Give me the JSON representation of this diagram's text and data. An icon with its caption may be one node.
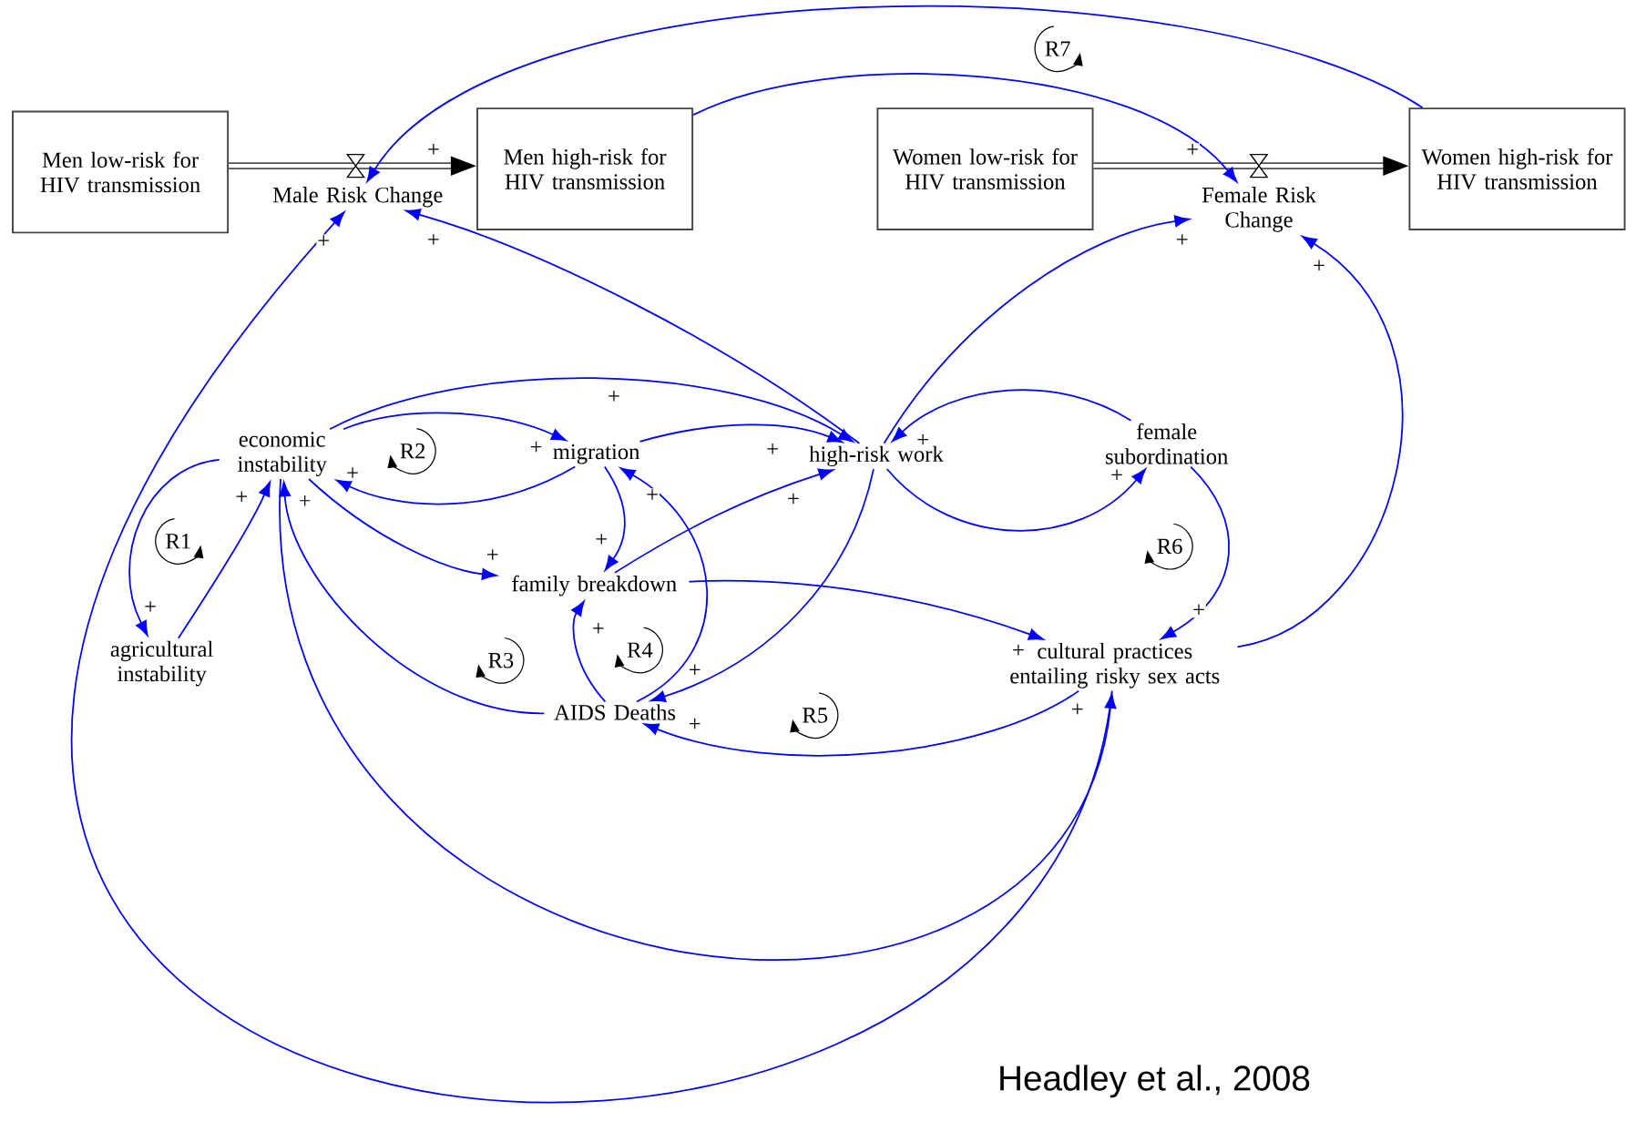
{
  "diagram": {
    "caption": "Headley et al., 2008",
    "nodes": [
      {
        "text": [
          "Men low-risk for HIV transmission"
        ]
      },
      {
        "text": [
          "Male Risk Change"
        ]
      },
      {
        "text": [
          "Men high-risk for HIV transmission"
        ]
      },
      {
        "text": [
          "Women low-risk for HIV transmission"
        ]
      },
      {
        "text": [
          "Female Risk Change"
        ]
      },
      {
        "text": [
          "Women high-risk for HIV transmission"
        ]
      },
      {
        "text": [
          "economic instability"
        ]
      },
      {
        "text": [
          "migration"
        ]
      },
      {
        "text": [
          "high-risk work"
        ]
      },
      {
        "text": [
          "female subordination"
        ]
      },
      {
        "text": [
          "agricultural instability"
        ]
      },
      {
        "text": [
          "family breakdown"
        ]
      },
      {
        "text": [
          "cultural practices entailing risky sex acts"
        ]
      },
      {
        "text": [
          "AIDS Deaths"
        ]
      }
    ],
    "edges": [
      {
        "from": 0,
        "to": 2,
        "arrow": "to",
        "style": "thick",
        "color": "#505050"
      },
      {
        "from": 3,
        "to": 5,
        "arrow": "to",
        "style": "thick",
        "color": "#505050"
      },
      {
        "from": 5,
        "to": 1,
        "arrow": "to",
        "label": "+"
      },
      {
        "from": 2,
        "to": 4,
        "arrow": "to",
        "label": "+"
      },
      {
        "from": 8,
        "to": 1,
        "arrow": "to",
        "label": "+"
      },
      {
        "from": 12,
        "to": 1,
        "arrow": "to",
        "label": "+"
      },
      {
        "from": 8,
        "to": 4,
        "arrow": "to",
        "label": "+"
      },
      {
        "from": 12,
        "to": 4,
        "arrow": "to",
        "label": "+"
      },
      {
        "from": 6,
        "to": 7,
        "arrow": "to",
        "label": "+"
      },
      {
        "from": 6,
        "to": 8,
        "arrow": "to",
        "label": "+"
      },
      {
        "from": 7,
        "to": 8,
        "arrow": "to",
        "label": "+"
      },
      {
        "from": 7,
        "to": 6,
        "arrow": "to",
        "label": "+"
      },
      {
        "from": 6,
        "to": 10,
        "arrow": "to",
        "label": "+"
      },
      {
        "from": 10,
        "to": 6,
        "arrow": "to",
        "label": "+"
      },
      {
        "from": 6,
        "to": 11,
        "arrow": "to",
        "label": "+"
      },
      {
        "from": 7,
        "to": 11,
        "arrow": "to",
        "label": "+"
      },
      {
        "from": 11,
        "to": 8,
        "arrow": "to",
        "label": "+"
      },
      {
        "from": 8,
        "to": 13,
        "arrow": "to",
        "label": "+"
      },
      {
        "from": 13,
        "to": 7,
        "arrow": "to",
        "label": "+"
      },
      {
        "from": 13,
        "to": 11,
        "arrow": "to",
        "label": "+"
      },
      {
        "from": 13,
        "to": 6,
        "arrow": "to",
        "label": "+"
      },
      {
        "from": 11,
        "to": 12,
        "arrow": "to",
        "label": "+"
      },
      {
        "from": 9,
        "to": 8,
        "arrow": "to",
        "label": "+"
      },
      {
        "from": 8,
        "to": 9,
        "arrow": "to",
        "label": "+"
      },
      {
        "from": 9,
        "to": 12,
        "arrow": "to",
        "label": "+"
      },
      {
        "from": 12,
        "to": 13,
        "arrow": "to",
        "label": "+"
      },
      {
        "from": 6,
        "to": 12,
        "arrow": "to",
        "label": "+"
      }
    ],
    "labels": [
      "R1",
      "R2",
      "R3",
      "R4",
      "R5",
      "R6",
      "R7"
    ]
  }
}
